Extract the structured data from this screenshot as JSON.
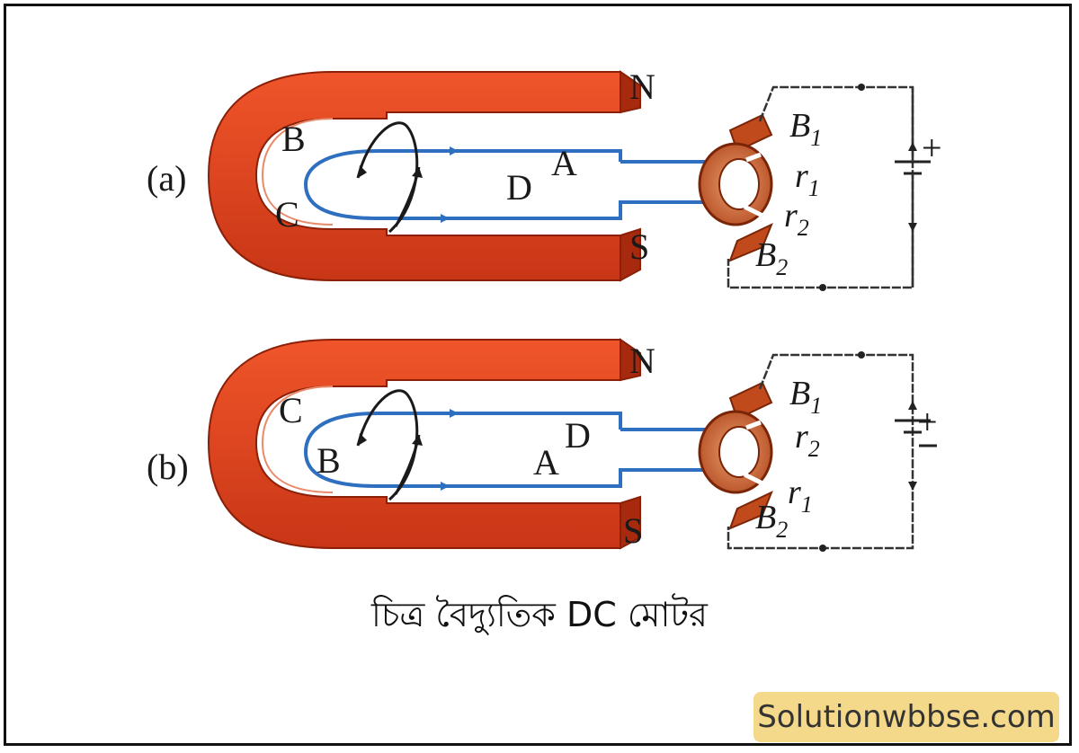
{
  "diagrams": [
    {
      "panel_label": "(a)",
      "pole_top": "N",
      "pole_bottom": "S",
      "coil_labels": {
        "upper_left": "B",
        "lower_left": "C",
        "upper_right": "A",
        "lower_right": "D"
      },
      "brush_top": {
        "base": "B",
        "sub": "1"
      },
      "brush_bottom": {
        "base": "B",
        "sub": "2"
      },
      "ring_upper": {
        "base": "r",
        "sub": "1"
      },
      "ring_lower": {
        "base": "r",
        "sub": "2"
      },
      "battery_sign": "+"
    },
    {
      "panel_label": "(b)",
      "pole_top": "N",
      "pole_bottom": "S",
      "coil_labels": {
        "upper_left": "C",
        "lower_left": "B",
        "upper_right": "D",
        "lower_right": "A"
      },
      "brush_top": {
        "base": "B",
        "sub": "1"
      },
      "brush_bottom": {
        "base": "B",
        "sub": "2"
      },
      "ring_upper": {
        "base": "r",
        "sub": "2"
      },
      "ring_lower": {
        "base": "r",
        "sub": "1"
      },
      "battery_sign": "+"
    }
  ],
  "caption": "চিত্র বৈদ্যুতিক DC মোটর",
  "watermark": "Solutionwbbse.com",
  "colors": {
    "magnet_fill": "#e0401c",
    "magnet_dark": "#b52c10",
    "coil_wire": "#2f6fc0",
    "ring": "#c45a2a",
    "badge": "#f5d98a"
  }
}
